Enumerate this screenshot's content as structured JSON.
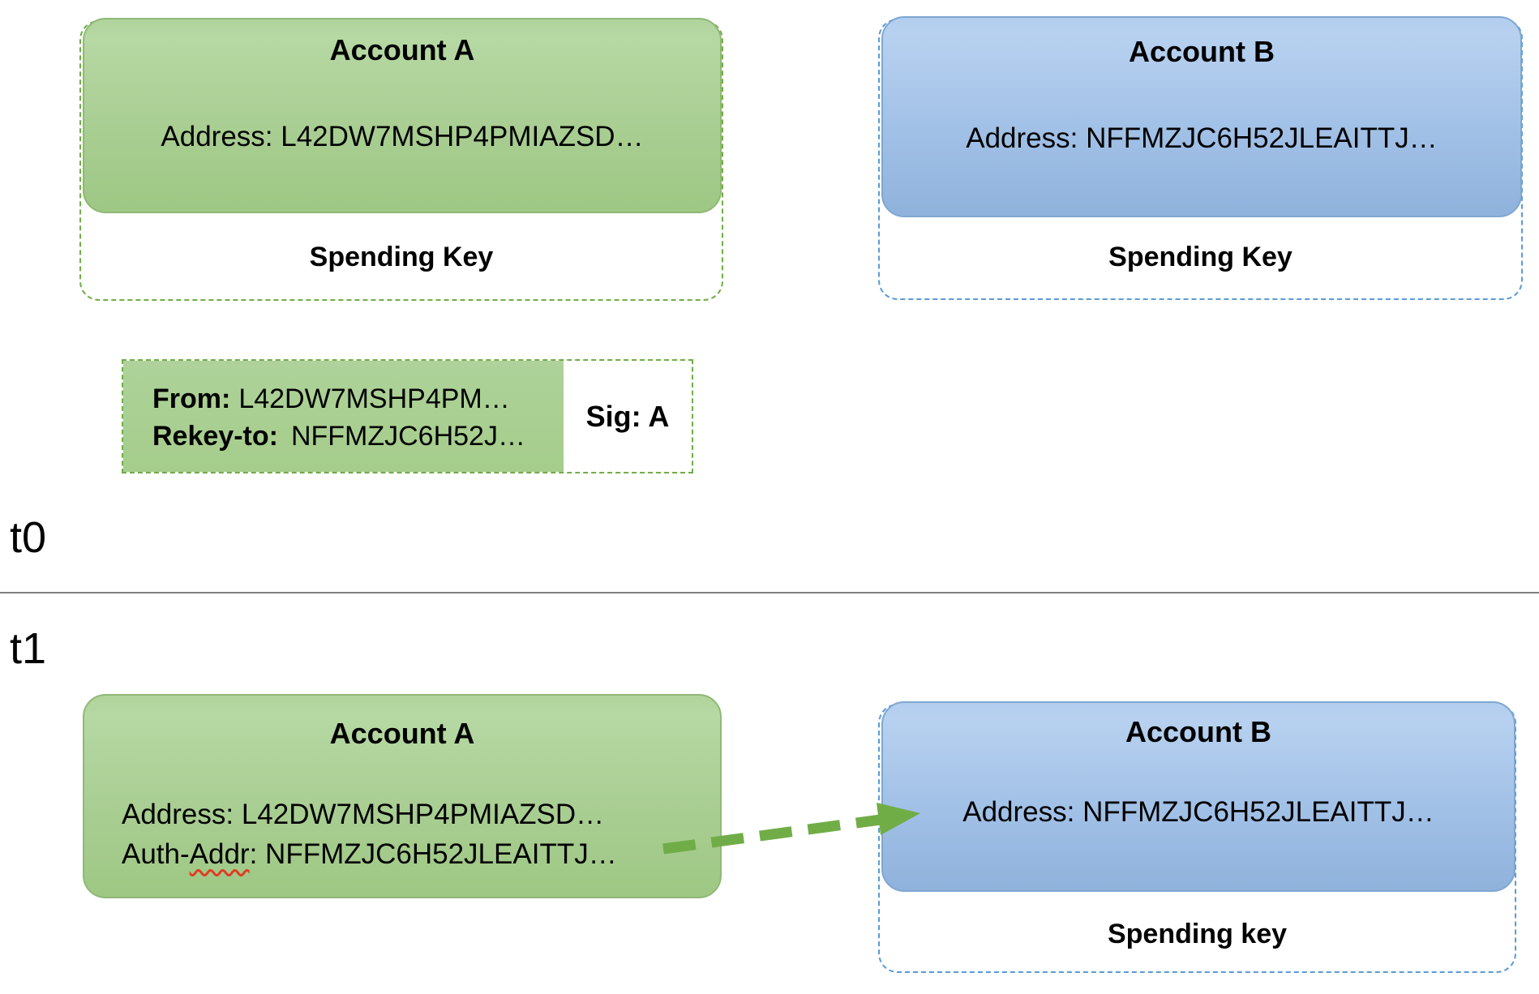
{
  "timeline": {
    "t0_label": "t0",
    "t1_label": "t1"
  },
  "colors": {
    "green_fill": "#a8cd91",
    "green_dash": "#70ad47",
    "blue_fill": "#a2c1e7",
    "blue_dash": "#5b9bd5",
    "arrow_green": "#70ad47",
    "divider_gray": "#808080",
    "squiggle_red": "#e03b24"
  },
  "t0": {
    "account_a": {
      "title": "Account A",
      "address": "Address: L42DW7MSHP4PMIAZSD…",
      "spending_key_label": "Spending Key"
    },
    "account_b": {
      "title": "Account B",
      "address": "Address: NFFMZJC6H52JLEAITTJ…",
      "spending_key_label": "Spending Key"
    },
    "rekey_transaction": {
      "from_label": "From:",
      "from_value": "L42DW7MSHP4PM…",
      "rekey_to_label": "Rekey-to:",
      "rekey_to_value": "NFFMZJC6H52J…",
      "sig_label": "Sig: A"
    }
  },
  "t1": {
    "account_a": {
      "title": "Account A",
      "address": "Address: L42DW7MSHP4PMIAZSD…",
      "auth_addr_prefix": "Auth-",
      "auth_addr_word": "Addr",
      "auth_addr_rest": ": NFFMZJC6H52JLEAITTJ…"
    },
    "account_b": {
      "title": "Account B",
      "address": "Address: NFFMZJC6H52JLEAITTJ…",
      "spending_key_label": "Spending key"
    }
  }
}
